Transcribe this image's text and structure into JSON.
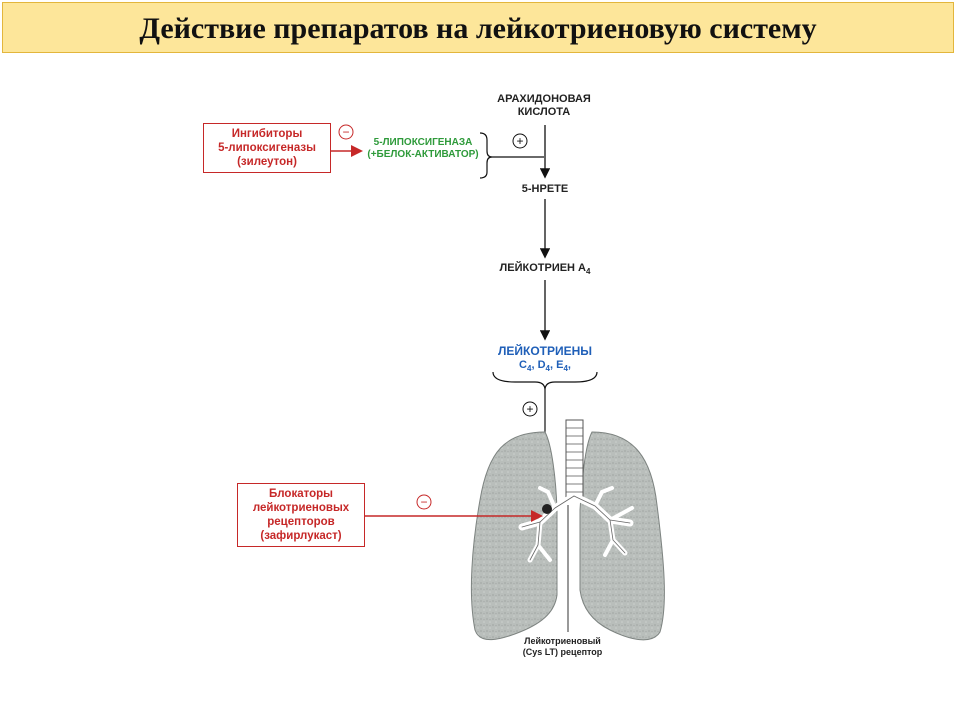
{
  "title": "Действие препаратов на лейкотриеновую систему",
  "nodes": {
    "arachidonic": [
      "АРАХИДОНОВАЯ",
      "КИСЛОТА"
    ],
    "lipoxygenase": [
      "5-ЛИПОКСИГЕНАЗА",
      "(+БЕЛОК-АКТИВАТОР)"
    ],
    "hpete": "5-HPETE",
    "ltA4": "ЛЕЙКОТРИЕН A",
    "ltA4_sub": "4",
    "leukotrienes": "ЛЕЙКОТРИЕНЫ",
    "leukotrienes_types": {
      "c": "C",
      "d": "D",
      "e": "E",
      "sub": "4"
    }
  },
  "drugs": {
    "inhibitors": [
      "Ингибиторы",
      "5-липоксигеназы",
      "(зилеутон)"
    ],
    "blockers": [
      "Блокаторы",
      "лейкотриеновых",
      "рецепторов",
      "(зафирлукаст)"
    ]
  },
  "receptor_label": [
    "Лейкотриеновый",
    "(Cys LT) рецептор"
  ],
  "signs": {
    "plus": "+",
    "minus": "−"
  },
  "colors": {
    "accent_red": "#c62828",
    "enzyme_green": "#2e9a3a",
    "leukotriene_blue": "#1f5fb8",
    "title_bg": "#fde69a"
  }
}
